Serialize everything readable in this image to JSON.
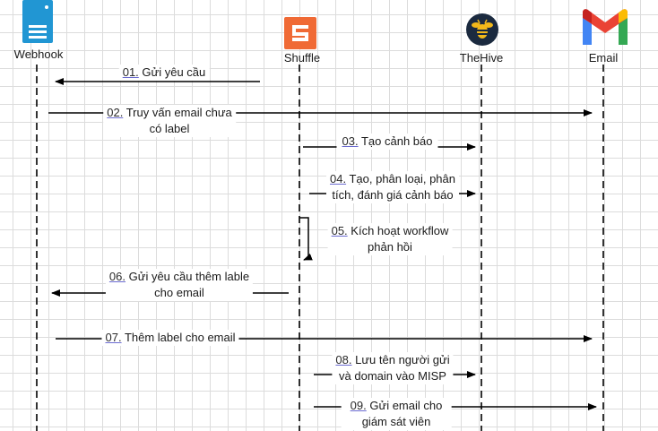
{
  "actors": [
    {
      "label": "Webhook",
      "icon": "server-icon"
    },
    {
      "label": "Shuffle",
      "icon": "shuffle-logo-icon"
    },
    {
      "label": "TheHive",
      "icon": "thehive-bee-icon"
    },
    {
      "label": "Email",
      "icon": "gmail-icon"
    }
  ],
  "messages": [
    {
      "num": "01.",
      "line1": "Gửi yêu cầu",
      "line2": "",
      "from": "Shuffle",
      "to": "Webhook"
    },
    {
      "num": "02.",
      "line1": "Truy vấn email chưa",
      "line2": "có label",
      "from": "Webhook",
      "to": "Email"
    },
    {
      "num": "03.",
      "line1": "Tạo cảnh báo",
      "line2": "",
      "from": "Shuffle",
      "to": "TheHive"
    },
    {
      "num": "04.",
      "line1": "Tạo, phân loại, phân",
      "line2": "tích, đánh giá cảnh báo",
      "from": "Shuffle",
      "to": "TheHive"
    },
    {
      "num": "05.",
      "line1": "Kích hoạt workflow",
      "line2": "phản hồi",
      "from": "Shuffle",
      "to": "Shuffle"
    },
    {
      "num": "06.",
      "line1": "Gửi yêu cầu thêm lable",
      "line2": "cho email",
      "from": "Shuffle",
      "to": "Webhook"
    },
    {
      "num": "07.",
      "line1": "Thêm label cho email",
      "line2": "",
      "from": "Webhook",
      "to": "Email"
    },
    {
      "num": "08.",
      "line1": "Lưu tên người gửi",
      "line2": "và domain vào  MISP",
      "from": "Shuffle",
      "to": "TheHive"
    },
    {
      "num": "09.",
      "line1": "Gửi email cho",
      "line2": "giám sát viên",
      "from": "Shuffle",
      "to": "Email"
    }
  ],
  "colors": {
    "webhook_blue": "#2196d3",
    "shuffle_orange": "#f06a35",
    "thehive_navy": "#1b2a3f",
    "thehive_gold": "#f2b81a",
    "gmail_blue": "#4285f4",
    "gmail_red": "#ea4335",
    "gmail_green": "#34a853",
    "gmail_yellow": "#fbbc04",
    "line": "#000000",
    "grid": "#dcdcdc"
  }
}
